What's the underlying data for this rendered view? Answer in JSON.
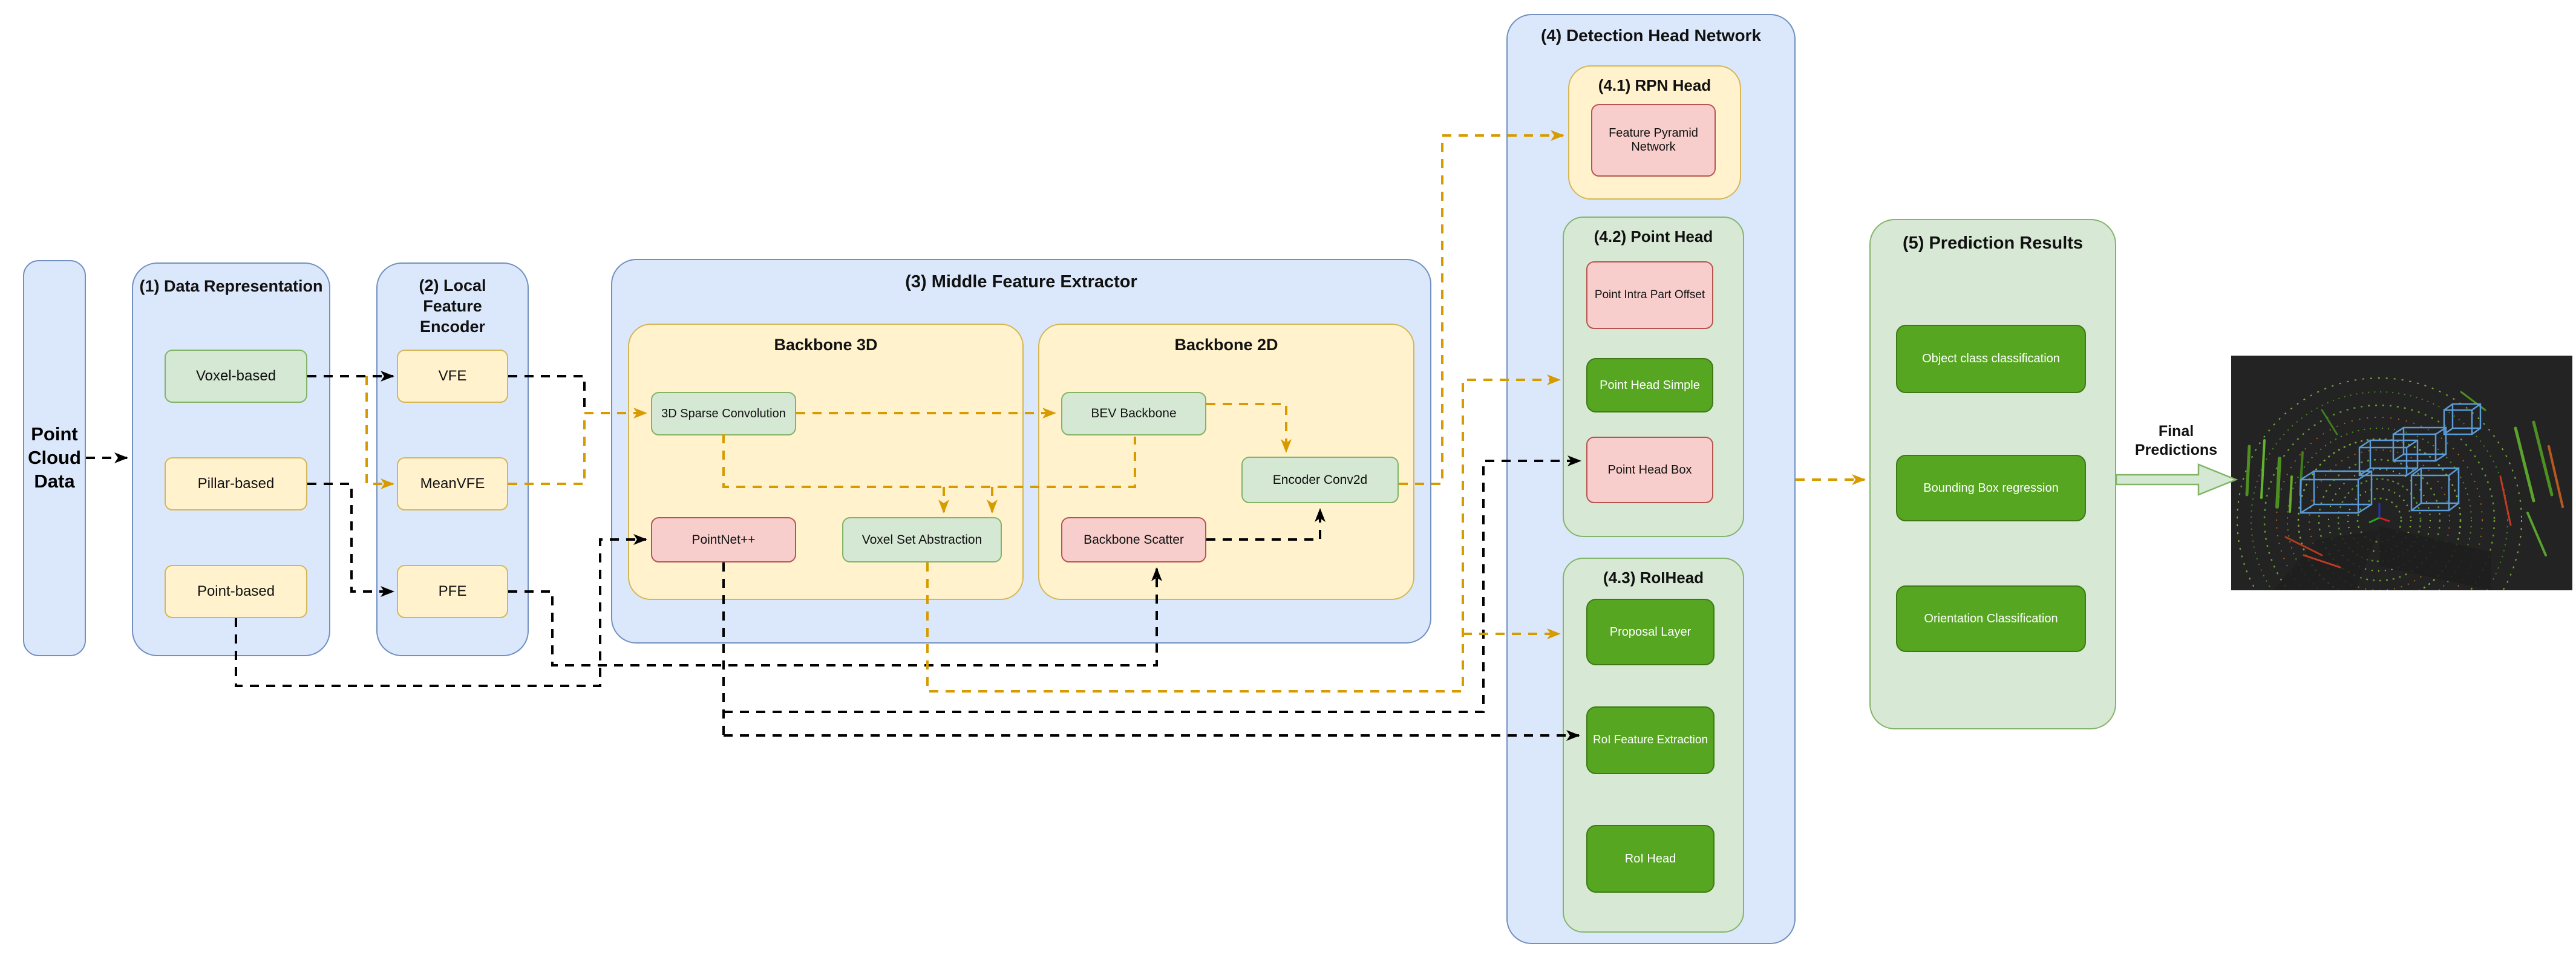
{
  "colors": {
    "container_blue": "#dbe8fc",
    "container_blue_border": "#7190bf",
    "yellow_fill": "#fff2cc",
    "yellow_border": "#d6b656",
    "green_fill": "#d5e8d4",
    "green_border": "#82b366",
    "pink_fill": "#f8cecc",
    "pink_border": "#b85450",
    "dark_green_fill": "#56a621",
    "dark_green_border": "#3d7a16",
    "orange_connector": "#d79b00",
    "black_connector": "#000000"
  },
  "input": {
    "label": "Point Cloud Data"
  },
  "sections": {
    "data_representation": {
      "title": "(1) Data Representation",
      "items": [
        "Voxel-based",
        "Pillar-based",
        "Point-based"
      ]
    },
    "local_feature_encoder": {
      "title": "(2) Local Feature Encoder",
      "items": [
        "VFE",
        "MeanVFE",
        "PFE"
      ]
    },
    "middle_feature_extractor": {
      "title": "(3) Middle Feature Extractor",
      "backbone3d": {
        "title": "Backbone 3D",
        "items": [
          "3D Sparse Convolution",
          "PointNet++",
          "Voxel Set Abstraction"
        ]
      },
      "backbone2d": {
        "title": "Backbone 2D",
        "items": [
          "BEV Backbone",
          "Encoder Conv2d",
          "Backbone Scatter"
        ]
      }
    },
    "detection_head": {
      "title": "(4) Detection Head Network",
      "rpn_head": {
        "title": "(4.1) RPN Head",
        "items": [
          "Feature Pyramid Network"
        ]
      },
      "point_head": {
        "title": "(4.2) Point Head",
        "items": [
          "Point Intra Part Offset",
          "Point Head Simple",
          "Point Head Box"
        ]
      },
      "roi_head": {
        "title": "(4.3) RoIHead",
        "items": [
          "Proposal Layer",
          "RoI Feature Extraction",
          "RoI Head"
        ]
      }
    },
    "prediction_results": {
      "title": "(5) Prediction Results",
      "items": [
        "Object class classification",
        "Bounding Box regression",
        "Orientation Classification"
      ]
    }
  },
  "output": {
    "arrow_label": "Final Predictions",
    "image": "lidar-point-cloud-with-3d-bounding-boxes"
  }
}
